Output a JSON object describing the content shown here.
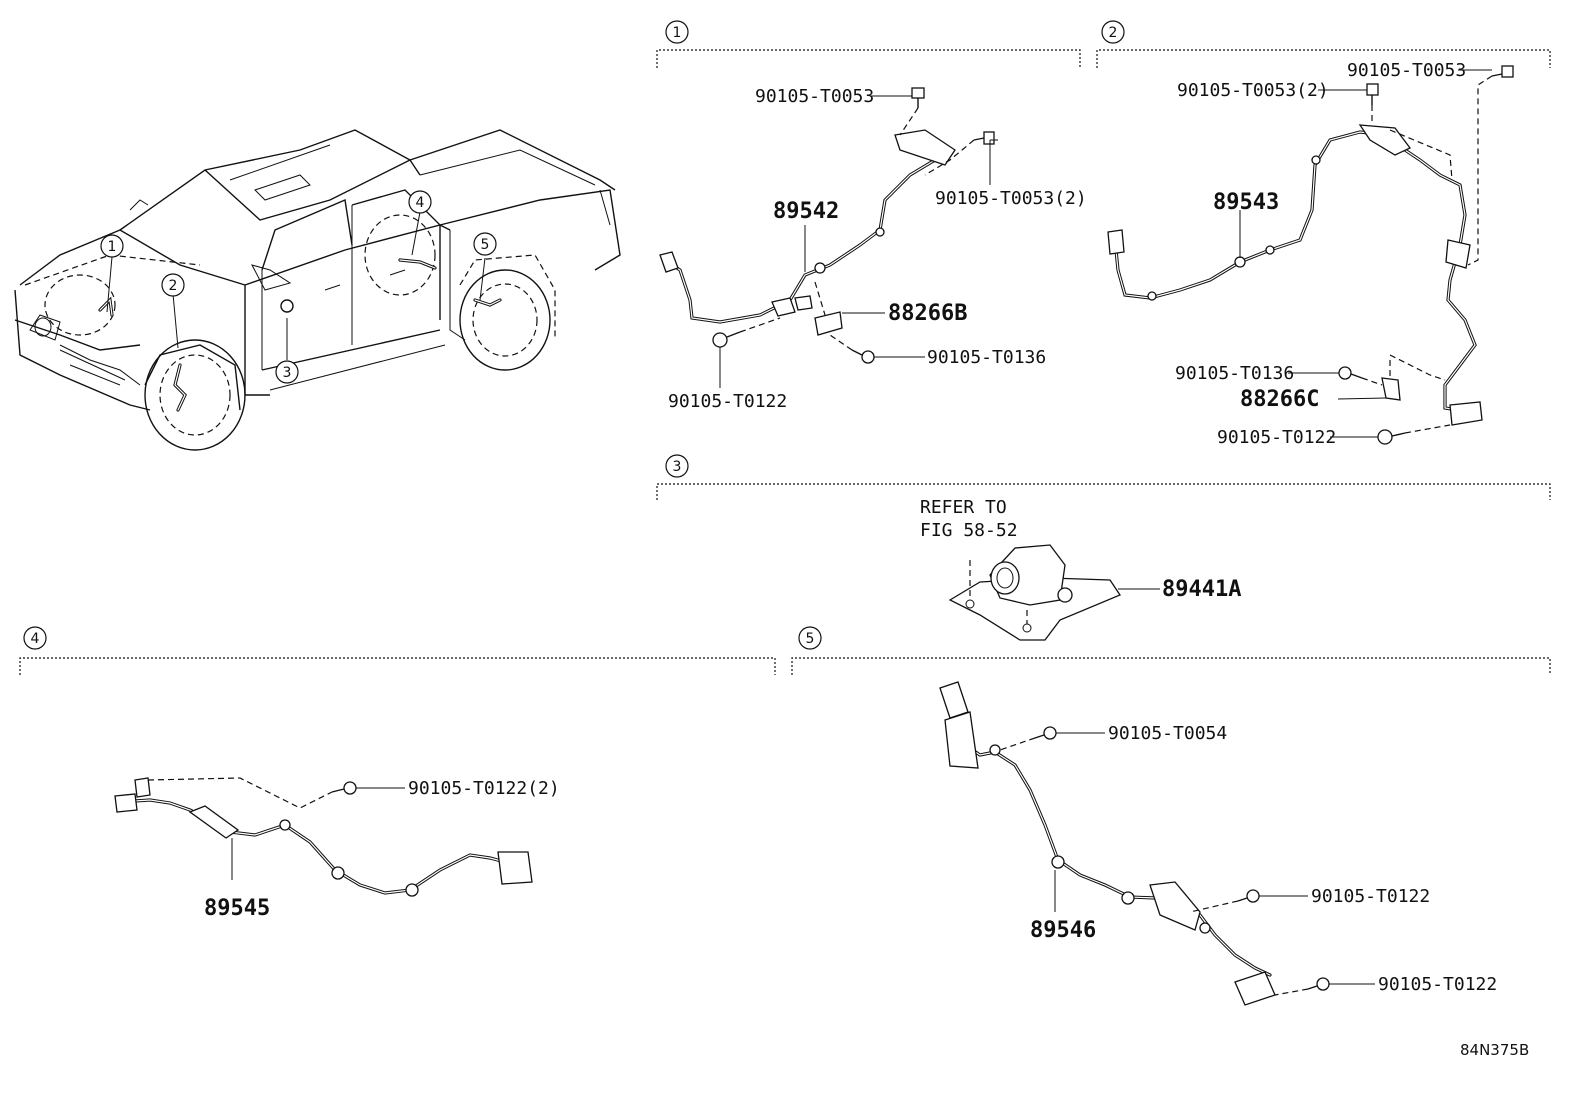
{
  "view_markers": [
    "1",
    "2",
    "3",
    "4",
    "5"
  ],
  "sections": {
    "s1": {
      "marker": "1",
      "labels": {
        "bolt_top": "90105-T0053",
        "bolt_right": "90105-T0053(2)",
        "harness": "89542",
        "bracket": "88266B",
        "bolt_bracket": "90105-T0136",
        "bolt_sensor": "90105-T0122"
      }
    },
    "s2": {
      "marker": "2",
      "labels": {
        "bolt_top_right": "90105-T0053",
        "bolt_top": "90105-T0053(2)",
        "harness": "89543",
        "bolt_bracket": "90105-T0136",
        "bracket": "88266C",
        "bolt_sensor": "90105-T0122"
      }
    },
    "s3": {
      "marker": "3",
      "refer_line1": "REFER TO",
      "refer_line2": "FIG 58-52",
      "part": "89441A"
    },
    "s4": {
      "marker": "4",
      "labels": {
        "bolt": "90105-T0122(2)",
        "harness": "89545"
      }
    },
    "s5": {
      "marker": "5",
      "labels": {
        "bolt_top": "90105-T0054",
        "bolt_mid": "90105-T0122",
        "bolt_bottom": "90105-T0122",
        "harness": "89546"
      }
    }
  },
  "figure_code": "84N375B"
}
